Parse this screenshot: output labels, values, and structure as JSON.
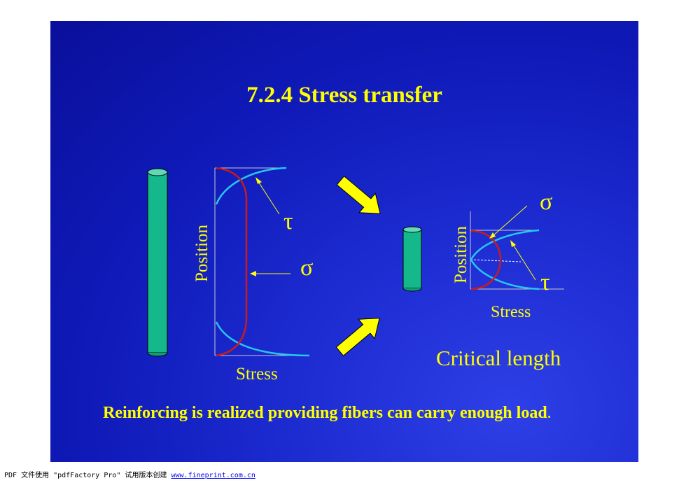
{
  "slide": {
    "title": "7.2.4 Stress transfer",
    "left_diagram": {
      "y_label": "Position",
      "x_label": "Stress",
      "tau_symbol": "τ",
      "sigma_symbol": "σ"
    },
    "right_diagram": {
      "y_label": "Position",
      "x_label": "Stress",
      "sigma_symbol": "σ",
      "tau_symbol": "τ",
      "caption": "Critical length"
    },
    "bottom_text": "Reinforcing is realized providing fibers can carry enough load",
    "bottom_text_end": "."
  },
  "footer": {
    "text": "PDF 文件使用 \"pdfFactory Pro\" 试用版本创建 ",
    "link": "www.fineprint.com.cn"
  },
  "colors": {
    "background": "#1220c0",
    "text": "#ffff00",
    "fiber": "#14b88a",
    "sigma_curve": "#cc1a1a",
    "tau_curve": "#29c6f0",
    "arrow": "#ffff00"
  }
}
